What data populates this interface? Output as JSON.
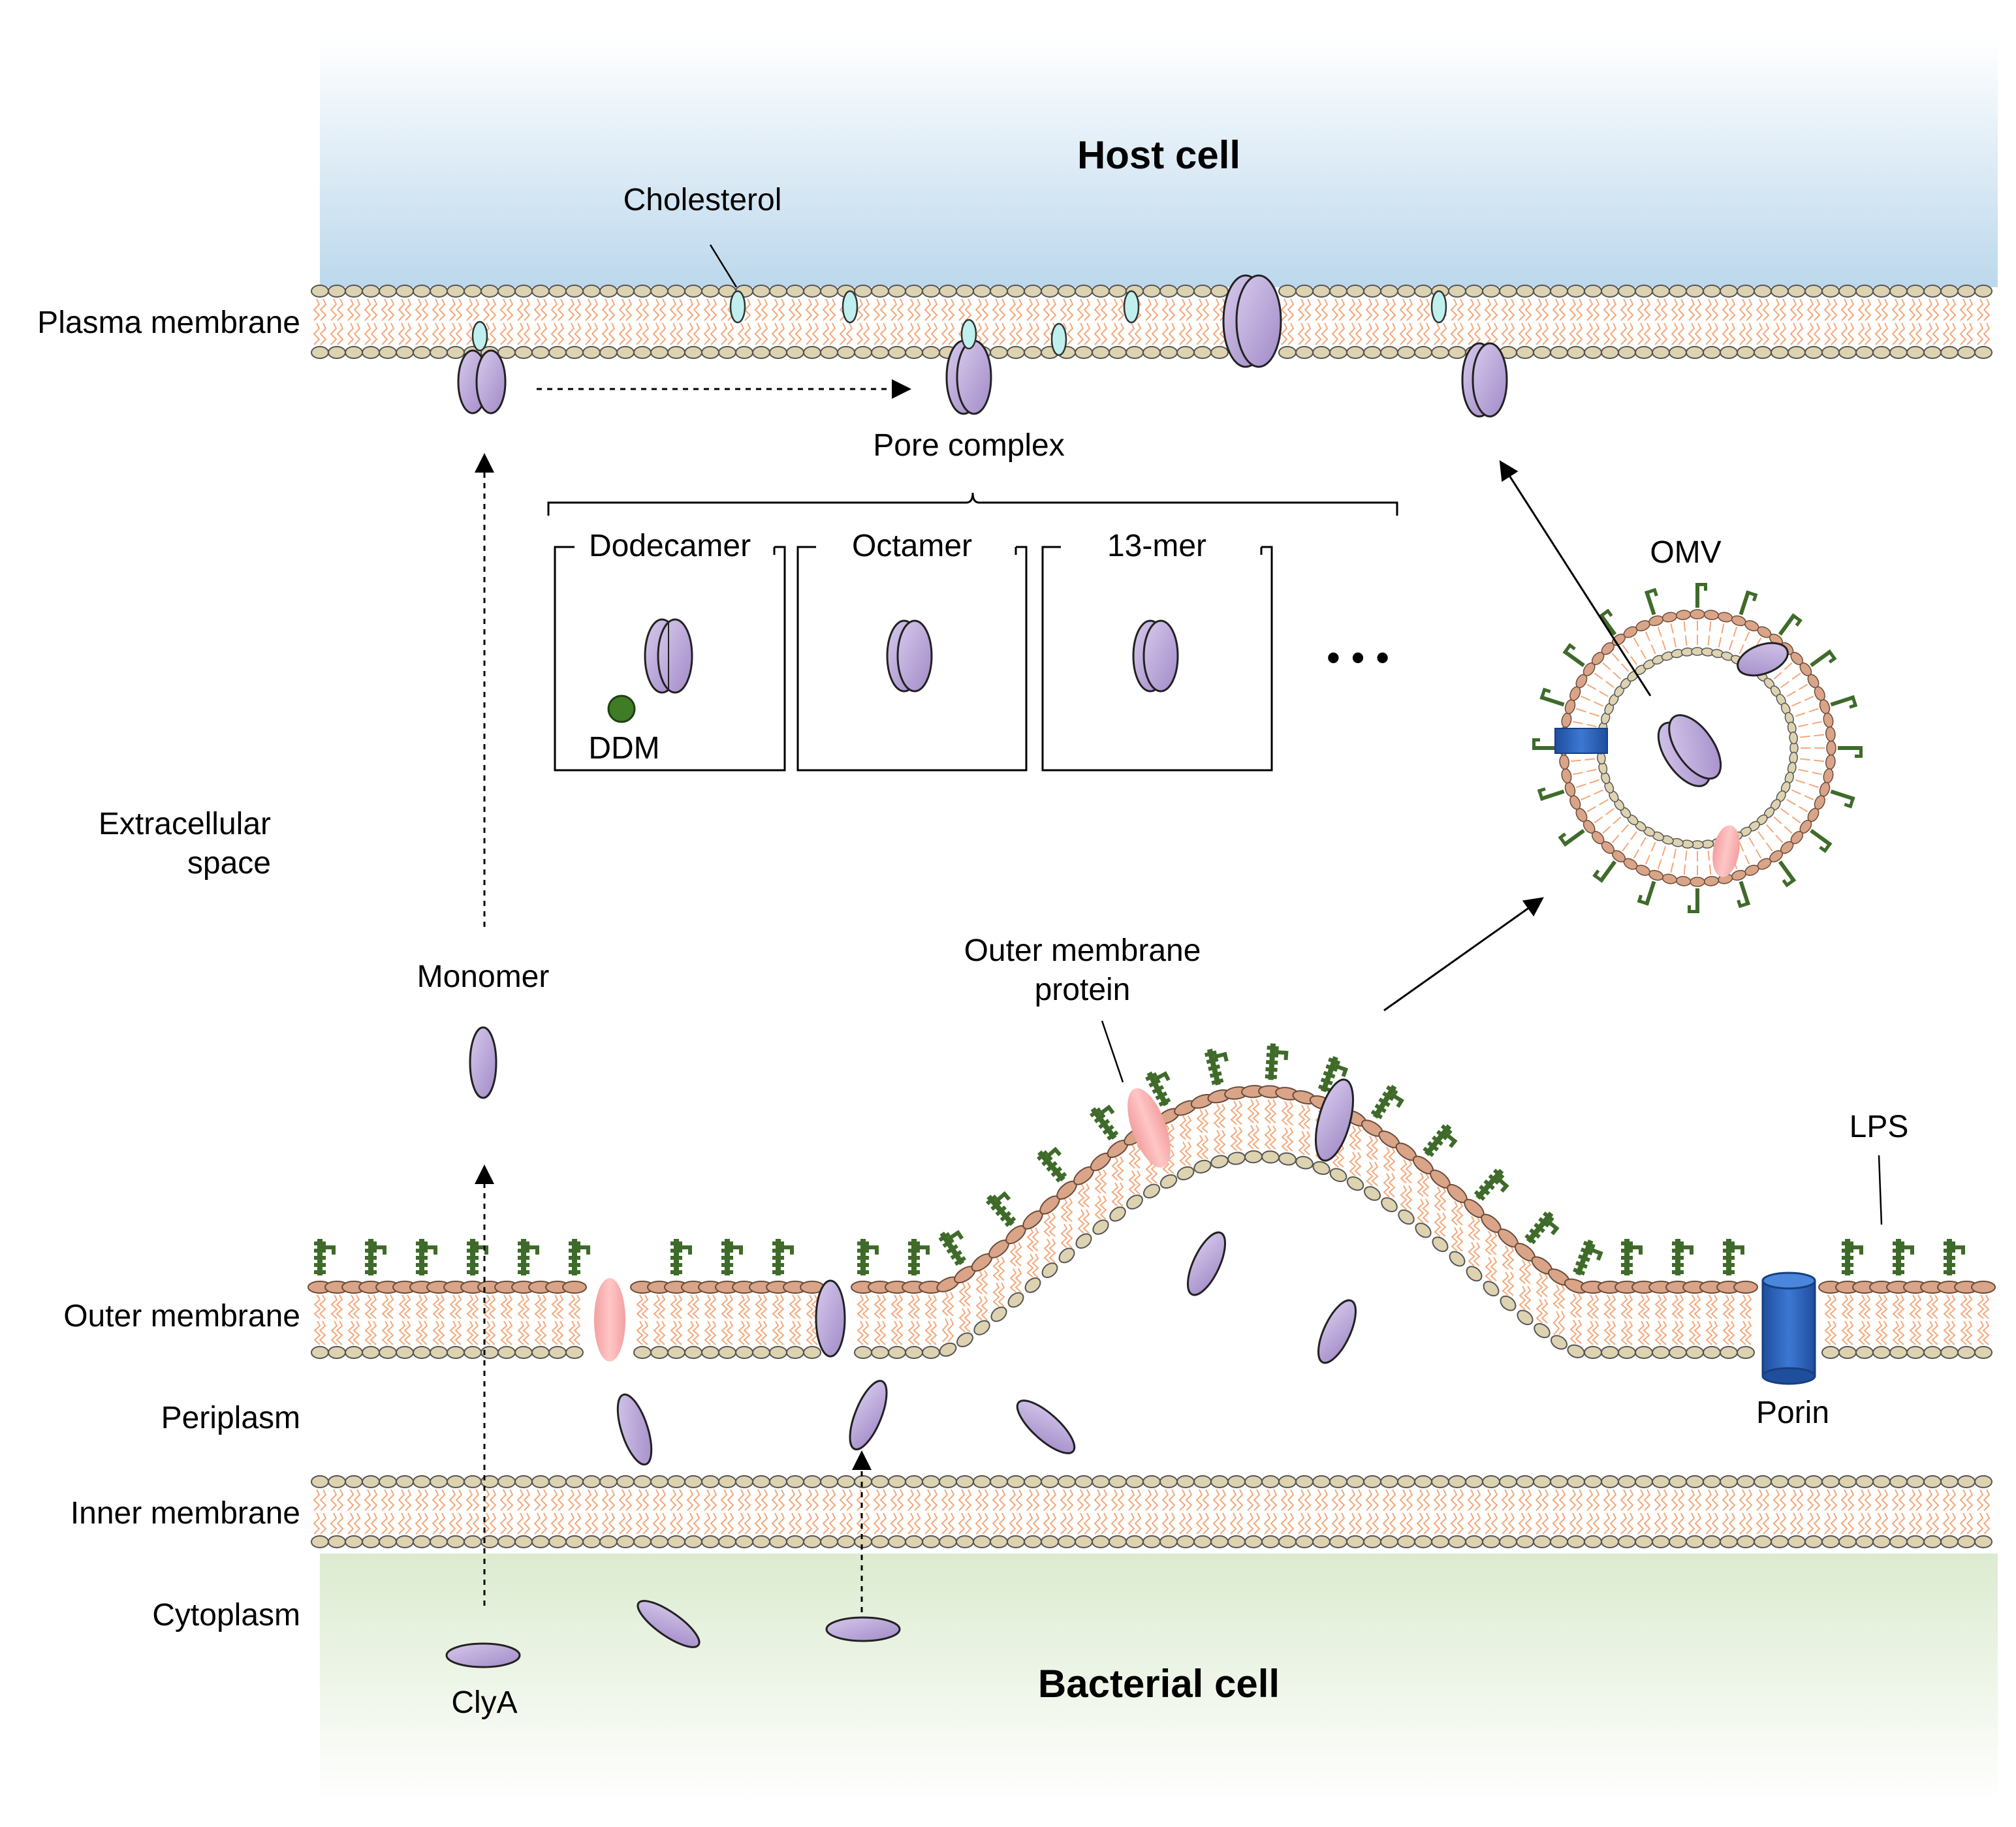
{
  "regions": {
    "host": "Host cell",
    "bacterial": "Bacterial cell"
  },
  "layers": {
    "plasma_membrane": "Plasma membrane",
    "extracellular_space_1": "Extracellular",
    "extracellular_space_2": "space",
    "outer_membrane": "Outer membrane",
    "periplasm": "Periplasm",
    "inner_membrane": "Inner membrane",
    "cytoplasm": "Cytoplasm"
  },
  "labels": {
    "cholesterol": "Cholesterol",
    "pore_complex": "Pore complex",
    "monomer": "Monomer",
    "clya": "ClyA",
    "omp_1": "Outer membrane",
    "omp_2": "protein",
    "lps": "LPS",
    "porin": "Porin",
    "omv": "OMV",
    "ddm": "DDM",
    "ellipsis": "• • •"
  },
  "pore_boxes": [
    "Dodecamer",
    "Octamer",
    "13-mer"
  ],
  "colors": {
    "host_gradient_top": "#bcd8ec",
    "bacterial_gradient": "#dcebd0",
    "lipid_head": "#ddd3b0",
    "lipid_tail": "#f3a87a",
    "lps_head": "#d9a487",
    "lps_chain": "#3f6b2a",
    "clya": "#b9a6d8",
    "omp": "#f6a5a5",
    "porin": "#2f62b8",
    "cholesterol": "#bff0ee",
    "ddm": "#3e7c25"
  },
  "icons": [
    "clya-monomer",
    "pore-complex",
    "porin-barrel",
    "lps-molecule",
    "cholesterol-oval",
    "ddm-dot",
    "arrow"
  ]
}
